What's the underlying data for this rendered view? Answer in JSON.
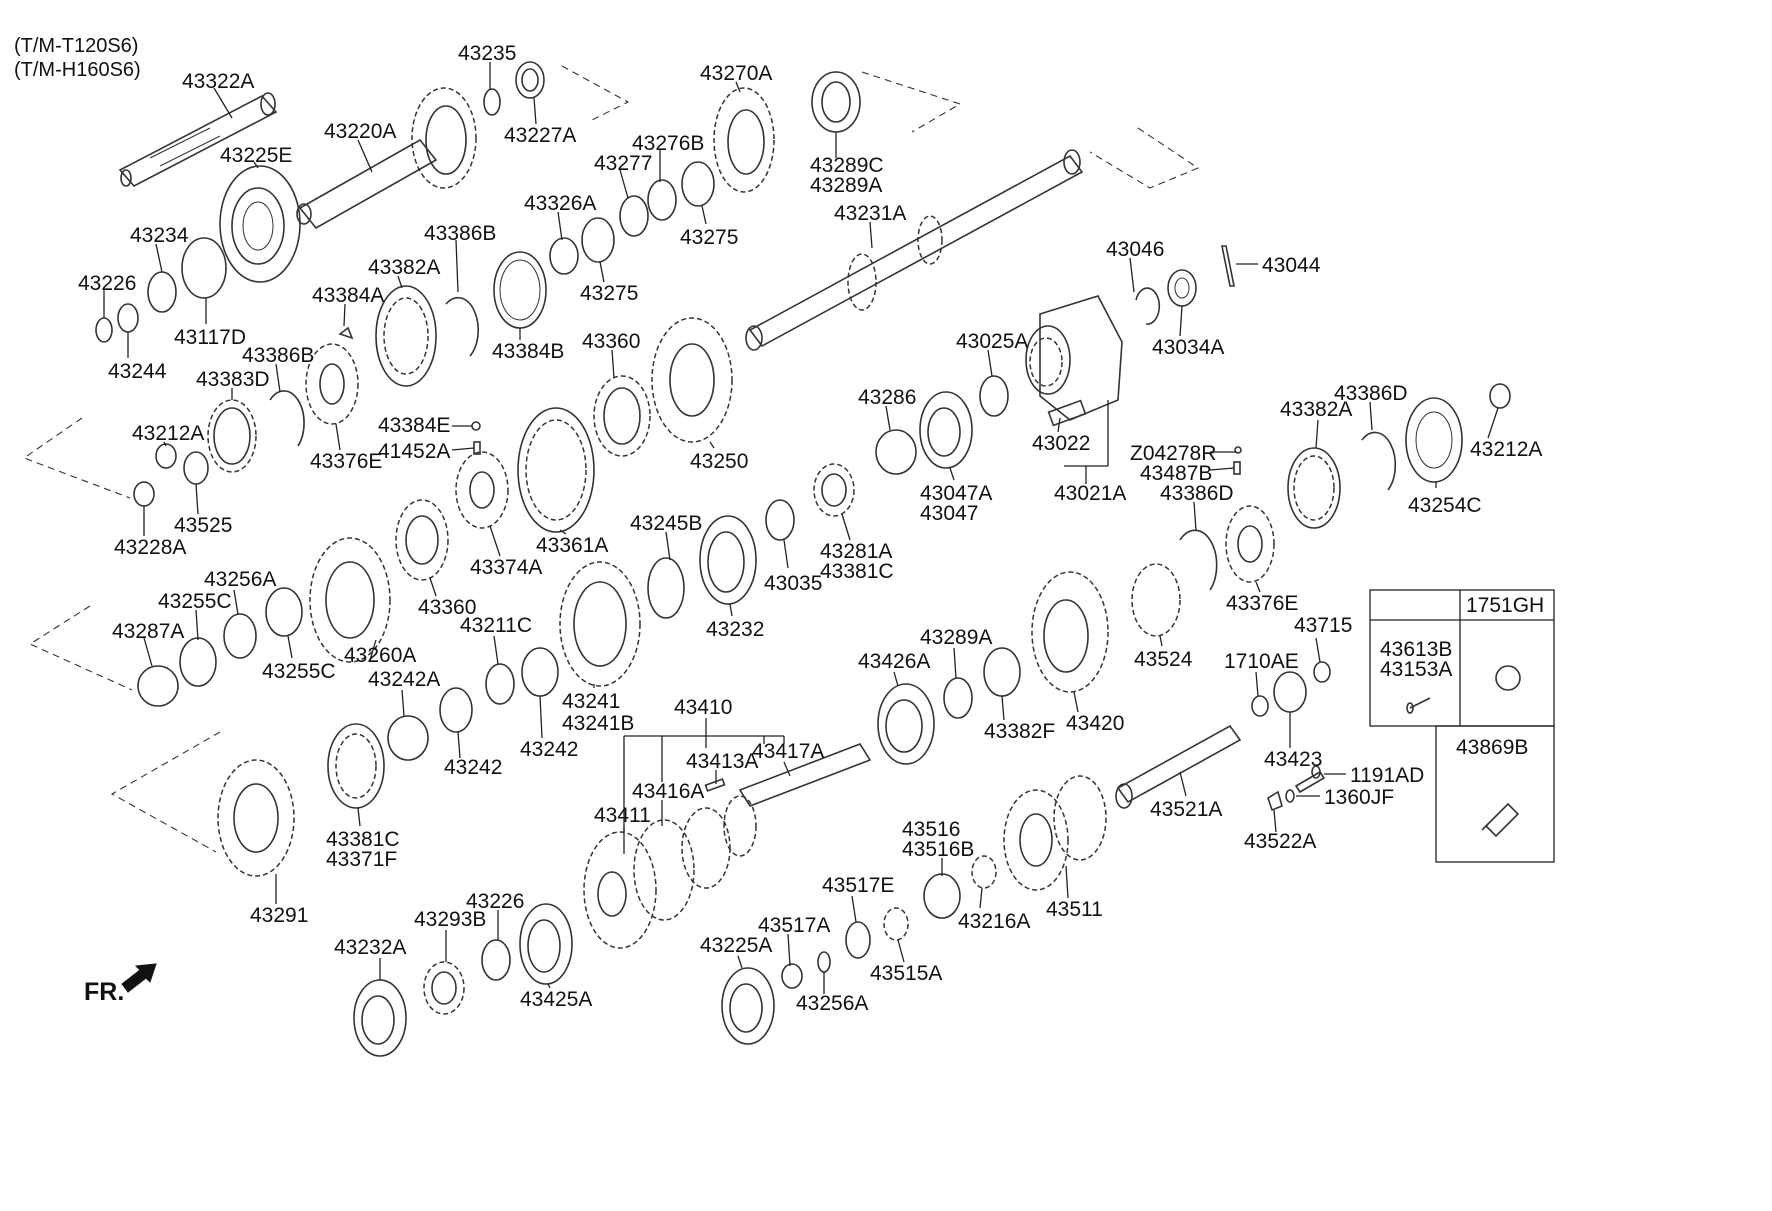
{
  "header": {
    "line1": "(T/M-T120S6)",
    "line2": "(T/M-H160S6)"
  },
  "front_marker": "FR.",
  "labels": {
    "l43322A": "43322A",
    "l43235": "43235",
    "l43227A": "43227A",
    "l43270A": "43270A",
    "l43289C": "43289C",
    "l43289A_top": "43289A",
    "l43220A": "43220A",
    "l43225E": "43225E",
    "l43276B": "43276B",
    "l43277": "43277",
    "l43326A": "43326A",
    "l43275a": "43275",
    "l43275b": "43275",
    "l43231A": "43231A",
    "l43234": "43234",
    "l43226a": "43226",
    "l43244": "43244",
    "l43117D": "43117D",
    "l43386Ba": "43386B",
    "l43382Aa": "43382A",
    "l43384A": "43384A",
    "l43384B": "43384B",
    "l43046": "43046",
    "l43044": "43044",
    "l43034A": "43034A",
    "l43025A": "43025A",
    "l43386Bb": "43386B",
    "l43383D": "43383D",
    "l43360a": "43360",
    "l43212Aa": "43212A",
    "l43376Ea": "43376E",
    "l43384E": "43384E",
    "l41452A": "41452A",
    "l43286": "43286",
    "l43022": "43022",
    "l43021A": "43021A",
    "l43250": "43250",
    "l43525": "43525",
    "l43228A": "43228A",
    "l43047A": "43047A",
    "l43047": "43047",
    "lZ04278R": "Z04278R",
    "l43487B": "43487B",
    "l43386D": "43386D",
    "l43382Ab": "43382A",
    "l43212Ab": "43212A",
    "l43254C": "43254C",
    "l43386Db": "43386D",
    "l43374A": "43374A",
    "l43361A": "43361A",
    "l43245B": "43245B",
    "l43281A": "43281A",
    "l43381Ca": "43381C",
    "l43035": "43035",
    "l43256A": "43256A",
    "l43255Ca": "43255C",
    "l43287A": "43287A",
    "l43360b": "43360",
    "l43260A": "43260A",
    "l43255Cb": "43255C",
    "l43232": "43232",
    "l43376Eb": "43376E",
    "l43524": "43524",
    "l43211C": "43211C",
    "l43289Ab": "43289A",
    "l43426A": "43426A",
    "l1710AE": "1710AE",
    "l43715": "43715",
    "l43242A": "43242A",
    "l43241": "43241",
    "l43241B": "43241B",
    "l43242a": "43242",
    "l43242b": "43242",
    "l43382F": "43382F",
    "l43420": "43420",
    "l43410": "43410",
    "l43413A": "43413A",
    "l43417A": "43417A",
    "l43416A": "43416A",
    "l43411": "43411",
    "l43423": "43423",
    "l1191AD": "1191AD",
    "l1360JF": "1360JF",
    "l43522A": "43522A",
    "l43381Cb": "43381C",
    "l43371F": "43371F",
    "l43291": "43291",
    "l43521A": "43521A",
    "l43516": "43516",
    "l43516B": "43516B",
    "l43517E": "43517E",
    "l43216A": "43216A",
    "l43511": "43511",
    "l43226b": "43226",
    "l43293B": "43293B",
    "l43232A": "43232A",
    "l43425A": "43425A",
    "l43517A": "43517A",
    "l43225A": "43225A",
    "l43515A": "43515A",
    "l43256Ab": "43256A"
  },
  "legend_table": {
    "header_right": "1751GH",
    "left_line1": "43613B",
    "left_line2": "43153A",
    "bottom_title": "43869B"
  }
}
